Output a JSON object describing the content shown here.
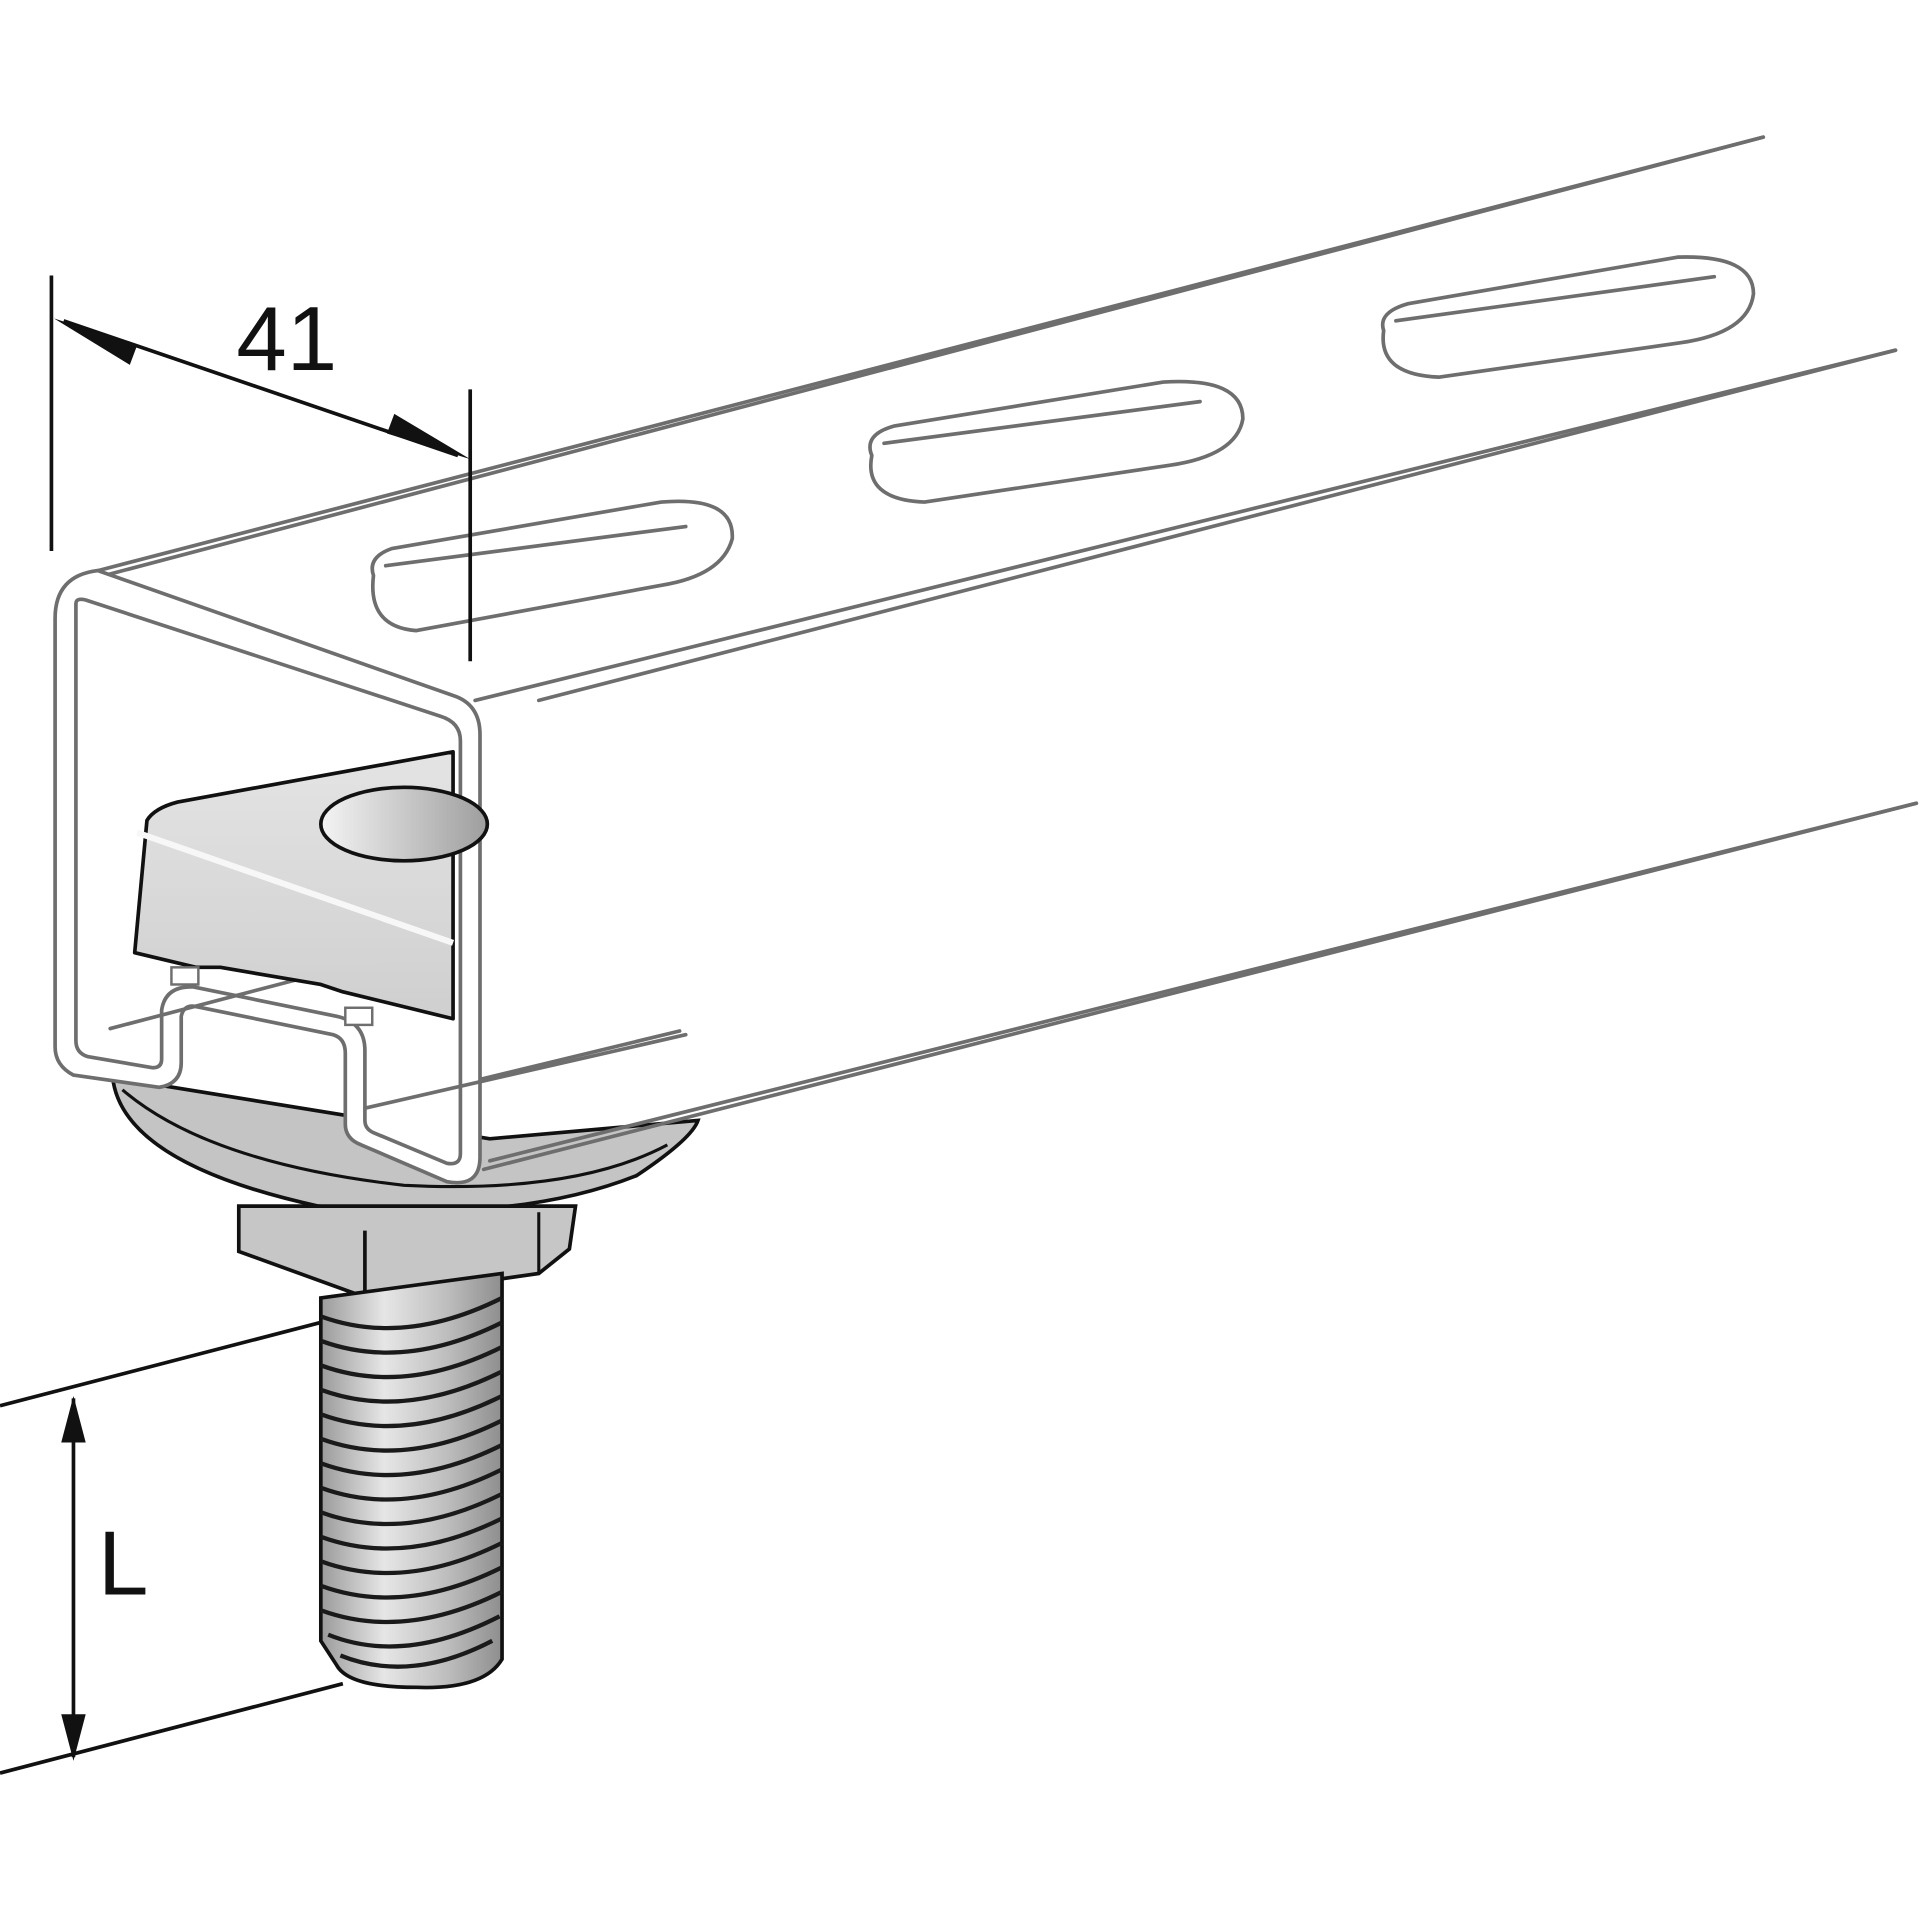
{
  "drawing": {
    "subject": "Strut channel with channel nut, washer and threaded bolt",
    "dimensions": {
      "width_label": "41",
      "length_label": "L"
    },
    "colors": {
      "background": "#ffffff",
      "channel_stroke": "#6e6e6e",
      "dimension_stroke": "#111111",
      "metal_fill": "#c8c8c8",
      "nut_fill": "#d9d9d9"
    },
    "slots_count": 3
  }
}
